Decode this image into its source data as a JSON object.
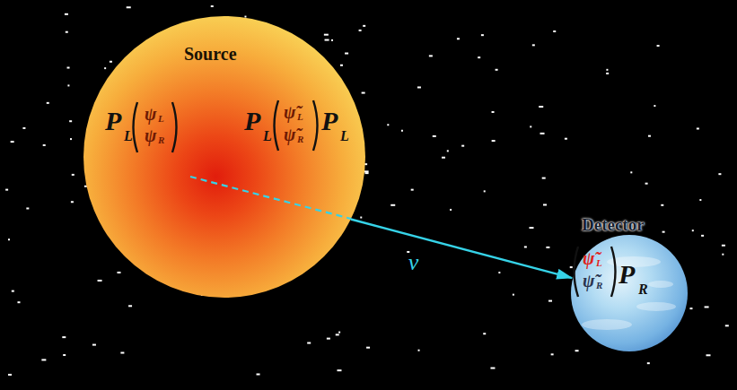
{
  "diagram": {
    "nodes": [
      {
        "text": [
          "Source",
          "P",
          "L",
          "ψ",
          "L",
          "ψ",
          "R",
          "P",
          "L",
          "ψ̃",
          "L",
          "ψ̃",
          "R",
          "P",
          "L"
        ]
      },
      {
        "text": [
          "Detector",
          "ψ̃",
          "L",
          "ψ̃",
          "R",
          "P",
          "R"
        ]
      }
    ],
    "edges": [
      {
        "from": 0,
        "to": 1,
        "arrow": "to",
        "label": "ν"
      }
    ]
  }
}
